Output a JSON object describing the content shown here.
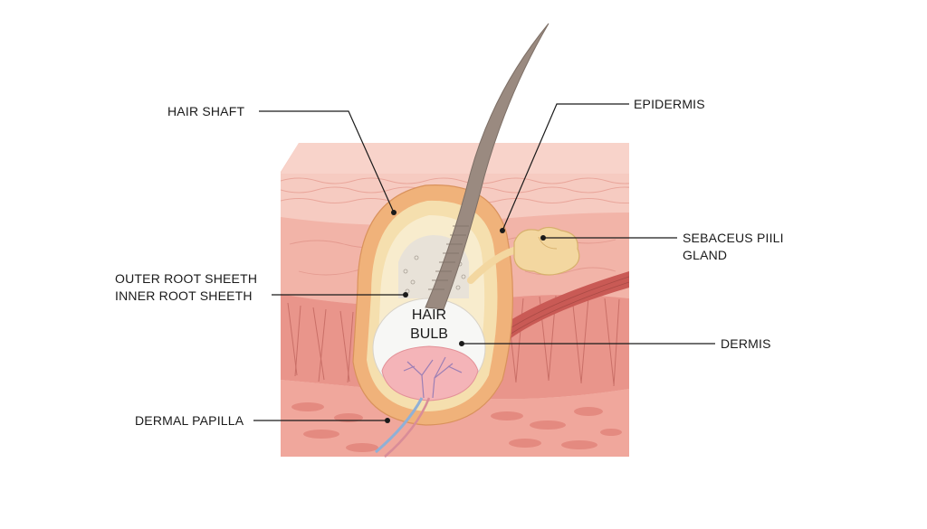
{
  "labels": {
    "hair_shaft": "HAIR SHAFT",
    "epidermis": "EPIDERMIS",
    "sebaceous_line1": "SEBACEUS PIILI",
    "sebaceous_line2": "GLAND",
    "outer_root_sheath": "OUTER ROOT SHEETH",
    "inner_root_sheath": "INNER ROOT SHEETH",
    "hair_bulb_line1": "HAIR",
    "hair_bulb_line2": "BULB",
    "dermis": "DERMIS",
    "dermal_papilla": "DERMAL PAPILLA"
  },
  "colors": {
    "skin_top": "#f6c9bf",
    "skin_mid": "#f2b2a6",
    "dermis_dark": "#e58f86",
    "muscle": "#c95a55",
    "follicle_orange": "#f0b27a",
    "sheath_yellow": "#f5dfae",
    "bulb_white": "#f7f7f5",
    "papilla_pink": "#f4b4b8",
    "gland": "#f3d7a0",
    "hair": "#9a8a80",
    "vessel_blue": "#8fb0d6"
  }
}
